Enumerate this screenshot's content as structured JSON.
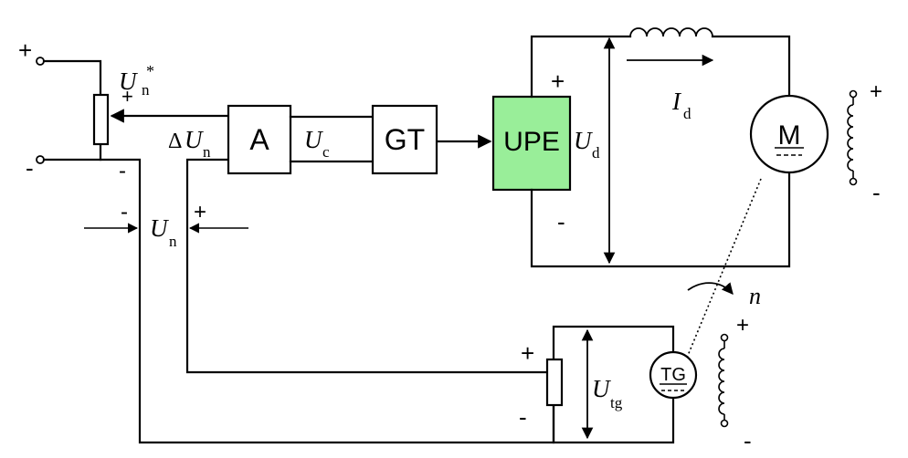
{
  "colors": {
    "line": "#000000",
    "upe_fill": "#99ee99",
    "background": "#ffffff"
  },
  "blocks": {
    "amplifier": "A",
    "trigger": "GT",
    "power_converter": "UPE",
    "motor": "M",
    "tachogenerator": "TG"
  },
  "labels": {
    "ref_sym": "U",
    "ref_sub": "n",
    "ref_sup": "*",
    "err_delta": "Δ",
    "err_sym": "U",
    "err_sub": "n",
    "ctrl_sym": "U",
    "ctrl_sub": "c",
    "fb_sym": "U",
    "fb_sub": "n",
    "ud_sym": "U",
    "ud_sub": "d",
    "id_sym": "I",
    "id_sub": "d",
    "speed": "n",
    "utg_sym": "U",
    "utg_sub": "tg"
  },
  "polarity": {
    "supply_top": "+",
    "supply_bottom": "-",
    "pot_wiper_plus": "+",
    "pot_bottom_minus": "-",
    "fb_left_minus": "-",
    "fb_right_plus": "+",
    "upe_plus": "+",
    "upe_minus": "-",
    "field_plus": "+",
    "field_minus": "-",
    "tg_field_plus": "+",
    "tg_field_minus": "-",
    "tg_pot_plus": "+",
    "tg_pot_minus": "-"
  },
  "icons": [
    "potentiometer-icon",
    "inductor-icon",
    "motor-icon",
    "tachogenerator-icon",
    "field-winding-icon",
    "arrow-icon"
  ]
}
